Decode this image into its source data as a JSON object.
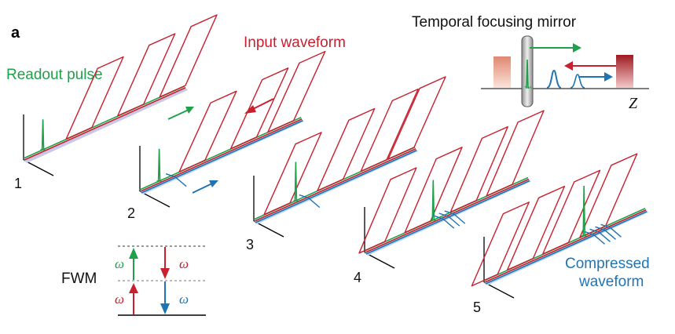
{
  "panel_label": "a",
  "labels": {
    "readout_pulse": "Readout pulse",
    "input_waveform": "Input waveform",
    "temporal_focusing_mirror": "Temporal focusing mirror",
    "z_axis": "Z",
    "compressed_line1": "Compressed",
    "compressed_line2": "waveform",
    "fwm": "FWM"
  },
  "steps": [
    "1",
    "2",
    "3",
    "4",
    "5"
  ],
  "fwm_levels": {
    "up_upper": "ω",
    "up_lower": "ω",
    "down_upper": "ω",
    "down_lower": "ω"
  },
  "colors": {
    "input": "#c8202f",
    "readout": "#1fa04a",
    "compressed": "#1f74b4",
    "plane": "#b9d4ec",
    "plane_first": "#c9c6e6",
    "axis": "#000000",
    "mirror": "#b5b5b5"
  }
}
